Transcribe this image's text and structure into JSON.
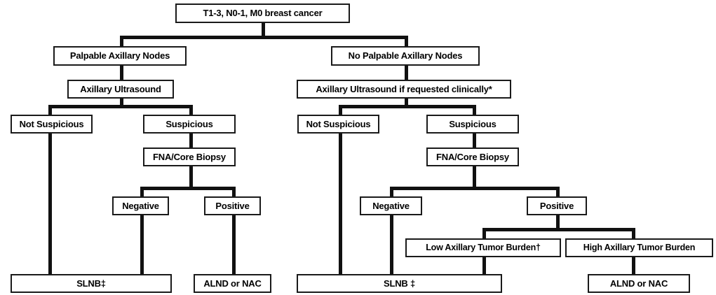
{
  "diagram": {
    "title": "Axillary management algorithm for T1-3, N0-1, M0 breast cancer",
    "type": "flowchart",
    "colors": {
      "box_border": "#1a1a1a",
      "box_fill": "#ffffff",
      "connector": "#111111",
      "text": "#000000"
    },
    "nodes": {
      "root": "T1-3, N0-1, M0 breast cancer",
      "left_branch": {
        "palpable": "Palpable Axillary Nodes",
        "ultrasound": "Axillary Ultrasound",
        "not_suspicious": "Not Suspicious",
        "suspicious": "Suspicious",
        "fna": "FNA/Core Biopsy",
        "negative": "Negative",
        "positive": "Positive",
        "slnb": "SLNB‡",
        "alnd": "ALND or NAC"
      },
      "right_branch": {
        "no_palpable": "No Palpable Axillary Nodes",
        "ultrasound": "Axillary Ultrasound if requested clinically*",
        "not_suspicious": "Not Suspicious",
        "suspicious": "Suspicious",
        "fna": "FNA/Core Biopsy",
        "negative": "Negative",
        "positive": "Positive",
        "low_burden": "Low Axillary Tumor Burden†",
        "high_burden": "High Axillary Tumor Burden",
        "slnb": "SLNB ‡",
        "alnd": "ALND or NAC"
      }
    },
    "footnote_markers": [
      "*",
      "†",
      "‡"
    ]
  }
}
